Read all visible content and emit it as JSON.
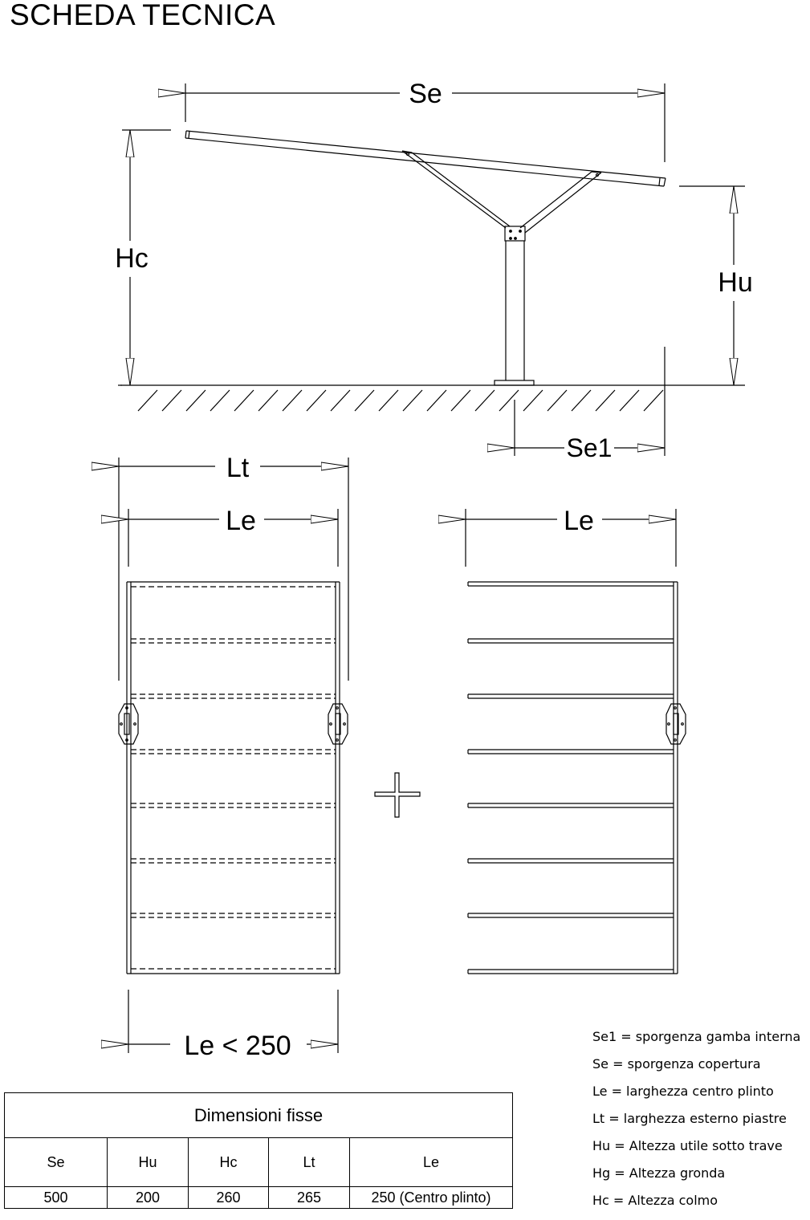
{
  "title": "SCHEDA TECNICA",
  "side_view": {
    "label_se": "Se",
    "label_hc": "Hc",
    "label_hu": "Hu",
    "label_se1": "Se1"
  },
  "plan_view": {
    "label_lt": "Lt",
    "label_le_left": "Le",
    "label_le_right": "Le",
    "label_le_limit": "Le < 250",
    "plus_sign": "+"
  },
  "legend": [
    {
      "text": "Se1 = sporgenza gamba interna"
    },
    {
      "text": "Se = sporgenza copertura"
    },
    {
      "text": "Le = larghezza centro plinto"
    },
    {
      "text": "Lt = larghezza esterno piastre"
    },
    {
      "text": "Hu = Altezza utile sotto trave"
    },
    {
      "text": "Hg = Altezza gronda"
    },
    {
      "text": "Hc = Altezza colmo"
    }
  ],
  "table": {
    "caption": "Dimensioni fisse",
    "headers": [
      "Se",
      "Hu",
      "Hc",
      "Lt",
      "Le"
    ],
    "values": [
      "500",
      "200",
      "260",
      "265",
      "250 (Centro plinto)"
    ]
  }
}
